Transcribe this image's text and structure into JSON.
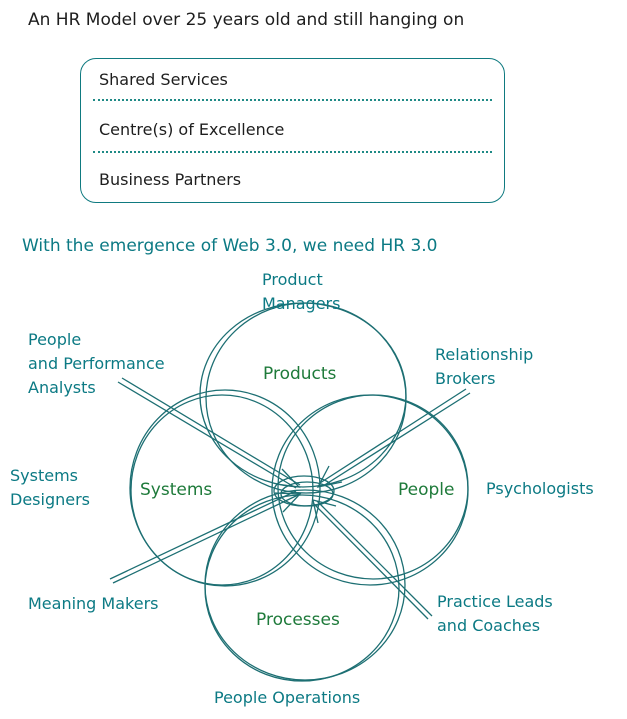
{
  "title": "An HR Model over 25 years old and still hanging on",
  "hr_model": {
    "rows": [
      "Shared Services",
      "Centre(s) of Excellence",
      "Business Partners"
    ]
  },
  "subtitle": "With the emergence of Web 3.0, we need HR 3.0",
  "circles": {
    "products": "Products",
    "systems": "Systems",
    "people": "People",
    "processes": "Processes"
  },
  "roles": {
    "product_managers": [
      "Product",
      "Managers"
    ],
    "people_analysts": [
      "People",
      "and Performance",
      "Analysts"
    ],
    "relationship_brokers": [
      "Relationship",
      "Brokers"
    ],
    "systems_designers": [
      "Systems",
      "Designers"
    ],
    "psychologists": "Psychologists",
    "meaning_makers": "Meaning Makers",
    "practice_leads": [
      "Practice Leads",
      "and Coaches"
    ],
    "people_operations": "People Operations"
  },
  "colors": {
    "text_dark": "#1e1e1e",
    "accent_teal": "#0c7a84",
    "circle_label_green": "#1e7a3a",
    "stroke": "#1d6f73"
  }
}
